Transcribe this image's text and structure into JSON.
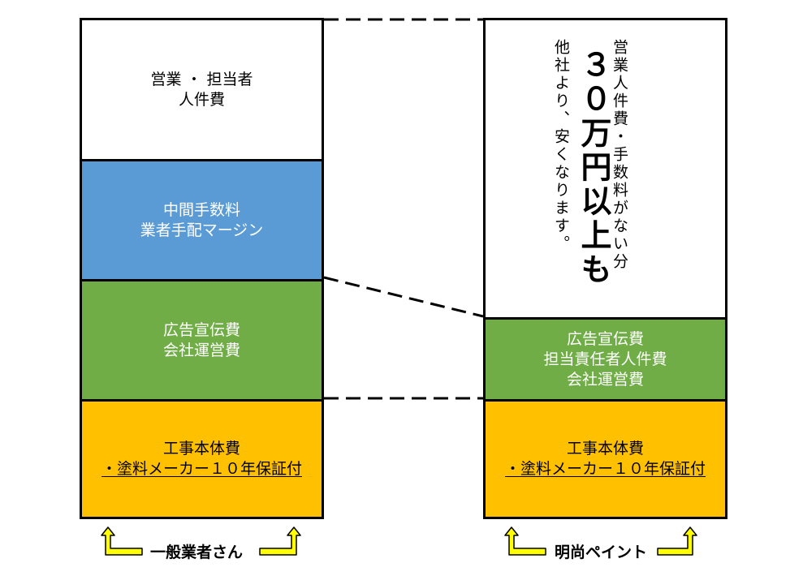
{
  "left_column": {
    "segments": [
      {
        "lines": [
          "営業 ・ 担当者",
          "人件費"
        ]
      },
      {
        "lines": [
          "中間手数料",
          "業者手配マージン"
        ]
      },
      {
        "lines": [
          "広告宣伝費",
          "会社運営費"
        ]
      },
      {
        "lines": [
          "工事本体費",
          "・塗料メーカー１０年保証付"
        ]
      }
    ],
    "caption": "一般業者さん"
  },
  "right_column": {
    "vertical_text": {
      "col1": "営業人件費・手数料がない分",
      "col2": "３０万円以上も",
      "col3": "他社より、安くなります。"
    },
    "segments": [
      {
        "lines": [
          "広告宣伝費",
          "担当責任者人件費",
          "会社運営費"
        ]
      },
      {
        "lines": [
          "工事本体費",
          "・塗料メーカー１０年保証付"
        ]
      }
    ],
    "caption": "明尚ペイント"
  },
  "colors": {
    "blue": "#5b9bd5",
    "green": "#70ad47",
    "orange": "#ffc000",
    "arrow": "#ffff00"
  }
}
